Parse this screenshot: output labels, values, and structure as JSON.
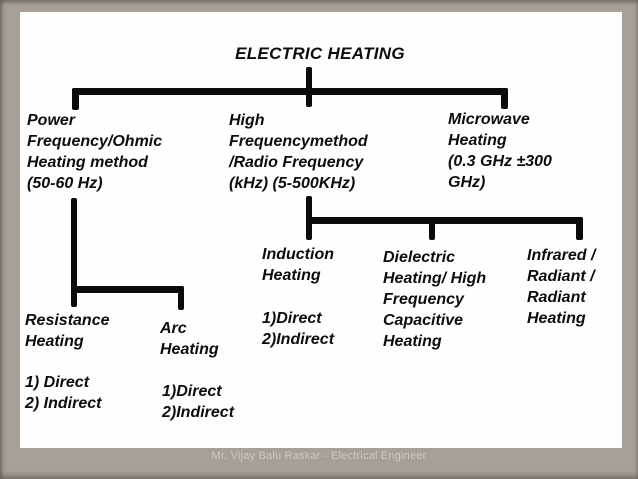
{
  "slide": {
    "title": "ELECTRIC HEATING",
    "footer_credit": "Mr. Vijay Balu Raskar - Electrical Engineer",
    "colors": {
      "frame": "#a6a095",
      "canvas": "#fefefe",
      "text": "#0d0d0d",
      "footer_text": "#cbc9c0"
    }
  },
  "diagram": {
    "root": "ELECTRIC HEATING",
    "branches": [
      {
        "id": "power-frequency",
        "label": "Power\nFrequency/Ohmic\nHeating method\n(50-60 Hz)",
        "children": [
          {
            "id": "resistance",
            "label": "Resistance\nHeating",
            "items": "1) Direct\n2) Indirect"
          },
          {
            "id": "arc",
            "label": "Arc\nHeating",
            "items": "1)Direct\n2)Indirect"
          }
        ]
      },
      {
        "id": "high-frequency",
        "label": "High\nFrequencymethod\n/Radio Frequency\n(kHz) (5-500KHz)",
        "children": [
          {
            "id": "induction",
            "label": "Induction\nHeating",
            "items": "1)Direct\n2)Indirect"
          },
          {
            "id": "dielectric",
            "label": "Dielectric\nHeating/ High\nFrequency\nCapacitive\nHeating",
            "items": ""
          },
          {
            "id": "infrared",
            "label": "Infrared /\nRadiant /\nRadiant\nHeating",
            "items": ""
          }
        ]
      },
      {
        "id": "microwave",
        "label": "Microwave\nHeating\n(0.3 GHz ±300\nGHz)",
        "children": []
      }
    ]
  }
}
